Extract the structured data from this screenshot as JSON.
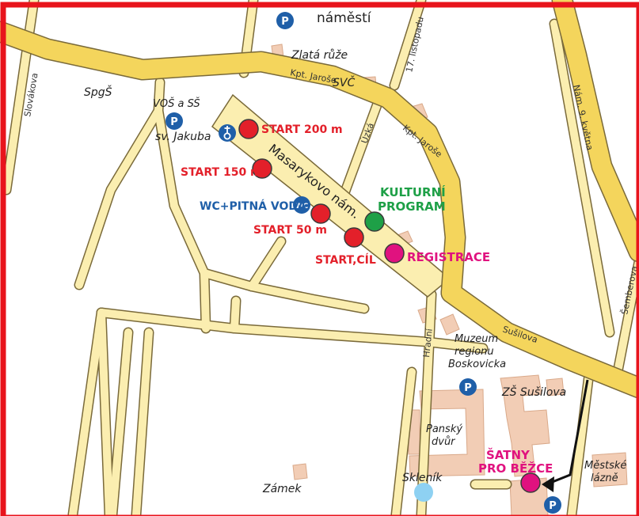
{
  "colors": {
    "frame": "#e8141c",
    "road_fill": "#fbeeb0",
    "road_stroke": "#7a6a3a",
    "main_road": "#f4d55c",
    "building": "#f2cdb5",
    "red": "#e3202a",
    "green": "#1ea047",
    "magenta": "#e0127f",
    "blue": "#1f5fa8",
    "pond": "#8ed1f2"
  },
  "labels": {
    "namesti": "náměstí",
    "zlata_ruze": "Zlatá růže",
    "svc": "SVČ",
    "spgs": "SpgŠ",
    "vos": "VOŠ a SŠ",
    "sv_jakuba": "sv. Jakuba",
    "muzeum_1": "Muzeum",
    "muzeum_2": "regionu",
    "muzeum_3": "Boskovicka",
    "zs": "ZŠ Sušilova",
    "pansky_1": "Panský",
    "pansky_2": "dvůr",
    "sklenik": "Skleník",
    "zamek": "Zámek",
    "mestske_1": "Městské",
    "mestske_2": "lázně",
    "masaryk": "Masarykovo nám."
  },
  "streets": {
    "kpt_jarose_1": "Kpt. Jaroše",
    "kpt_jarose_2": "Kpt. Jaroše",
    "listopadu": "17. listopadu",
    "uzka": "Úzká",
    "slovakova": "Slovákova",
    "nam9kvetna": "Nám. 9. května",
    "semberova": "Šemberova",
    "susilova": "Sušilova",
    "hradni": "Hradní"
  },
  "events": {
    "start200": "START 200 m",
    "start150": "START 150 m",
    "start50": "START 50 m",
    "startcil": "START,CÍL",
    "kulturni_1": "KULTURNÍ",
    "kulturni_2": "PROGRAM",
    "registrace": "REGISTRACE",
    "wc": "WC+PITNÁ VODA",
    "satny_1": "ŠATNY",
    "satny_2": "PRO BĚŽCE"
  },
  "icons": {
    "parking": "P",
    "wc": "WC"
  }
}
